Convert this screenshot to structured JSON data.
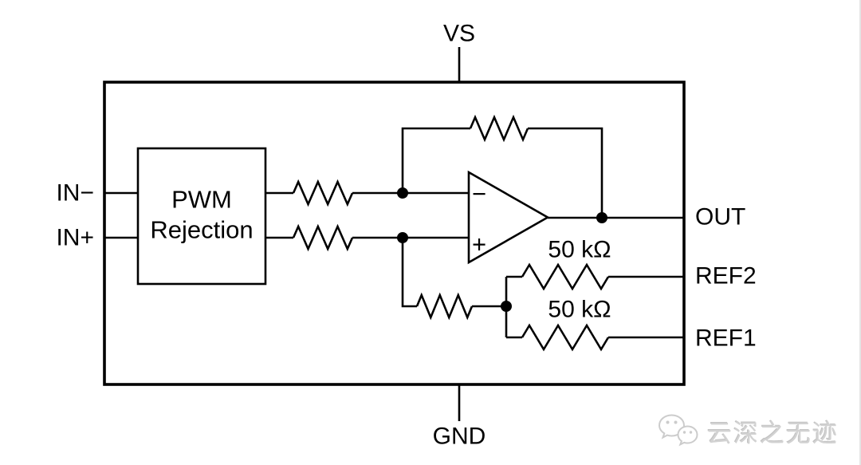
{
  "diagram": {
    "type": "circuit-schematic",
    "description": "Functional block diagram: PWM rejection front end feeding a difference amplifier with REF1/REF2 gain-setting resistors",
    "pins": {
      "vs": "VS",
      "gnd": "GND",
      "in_minus": "IN−",
      "in_plus": "IN+",
      "out": "OUT",
      "ref2": "REF2",
      "ref1": "REF1"
    },
    "pwm_block": {
      "line1": "PWM",
      "line2": "Rejection"
    },
    "opamp": {
      "inverting_sign": "−",
      "noninverting_sign": "+"
    },
    "resistor_labels": {
      "ref2_value": "50 kΩ",
      "ref1_value": "50 kΩ"
    },
    "colors": {
      "line": "#000000",
      "background": "#ffffff",
      "watermark": "#d2d2d2"
    }
  },
  "watermark": {
    "text": "云深之无迹",
    "icon": "wechat-logo-icon"
  }
}
